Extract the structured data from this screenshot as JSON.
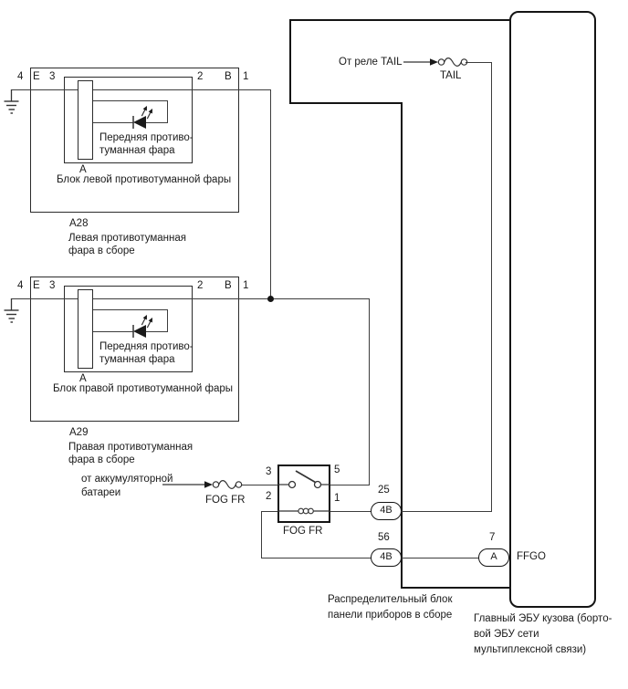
{
  "fog_left": {
    "pin4": "4",
    "conn_e": "E",
    "pin3": "3",
    "pin2": "2",
    "conn_b": "B",
    "pin1": "1",
    "conn_a": "A",
    "lamp1": "Передняя противо-",
    "lamp2": "туманная фара",
    "unit": "Блок левой противотуманной фары",
    "code": "A28",
    "name1": "Левая противотуманная",
    "name2": "фара в сборе"
  },
  "fog_right": {
    "pin4": "4",
    "conn_e": "E",
    "pin3": "3",
    "pin2": "2",
    "conn_b": "B",
    "pin1": "1",
    "conn_a": "A",
    "lamp1": "Передняя противо-",
    "lamp2": "туманная фара",
    "unit": "Блок правой противотуманной фары",
    "code": "A29",
    "name1": "Правая противотуманная",
    "name2": "фара в сборе"
  },
  "battery": {
    "line1": "от аккумуляторной",
    "line2": "батареи"
  },
  "fuse_fog": {
    "label": "FOG FR"
  },
  "relay": {
    "pin3": "3",
    "pin5": "5",
    "pin2": "2",
    "pin1": "1",
    "label": "FOG FR"
  },
  "tail": {
    "source": "От реле TAIL",
    "fuse": "TAIL"
  },
  "junction_block": {
    "name1": "Распределительный блок",
    "name2": "панели приборов в сборе",
    "pin25": "25",
    "conn25": "4B",
    "pin56": "56",
    "conn56": "4B",
    "pin7": "7",
    "conn7": "A"
  },
  "ecu": {
    "signal": "FFGO",
    "name1": "Главный ЭБУ кузова (борто-",
    "name2": "вой ЭБУ сети",
    "name3": "мультиплексной связи)"
  },
  "colors": {
    "wire": "#3d3d3d",
    "border": "#141414",
    "box": "#2b2b2b",
    "text": "#1a1a1a",
    "bg": "#ffffff"
  }
}
